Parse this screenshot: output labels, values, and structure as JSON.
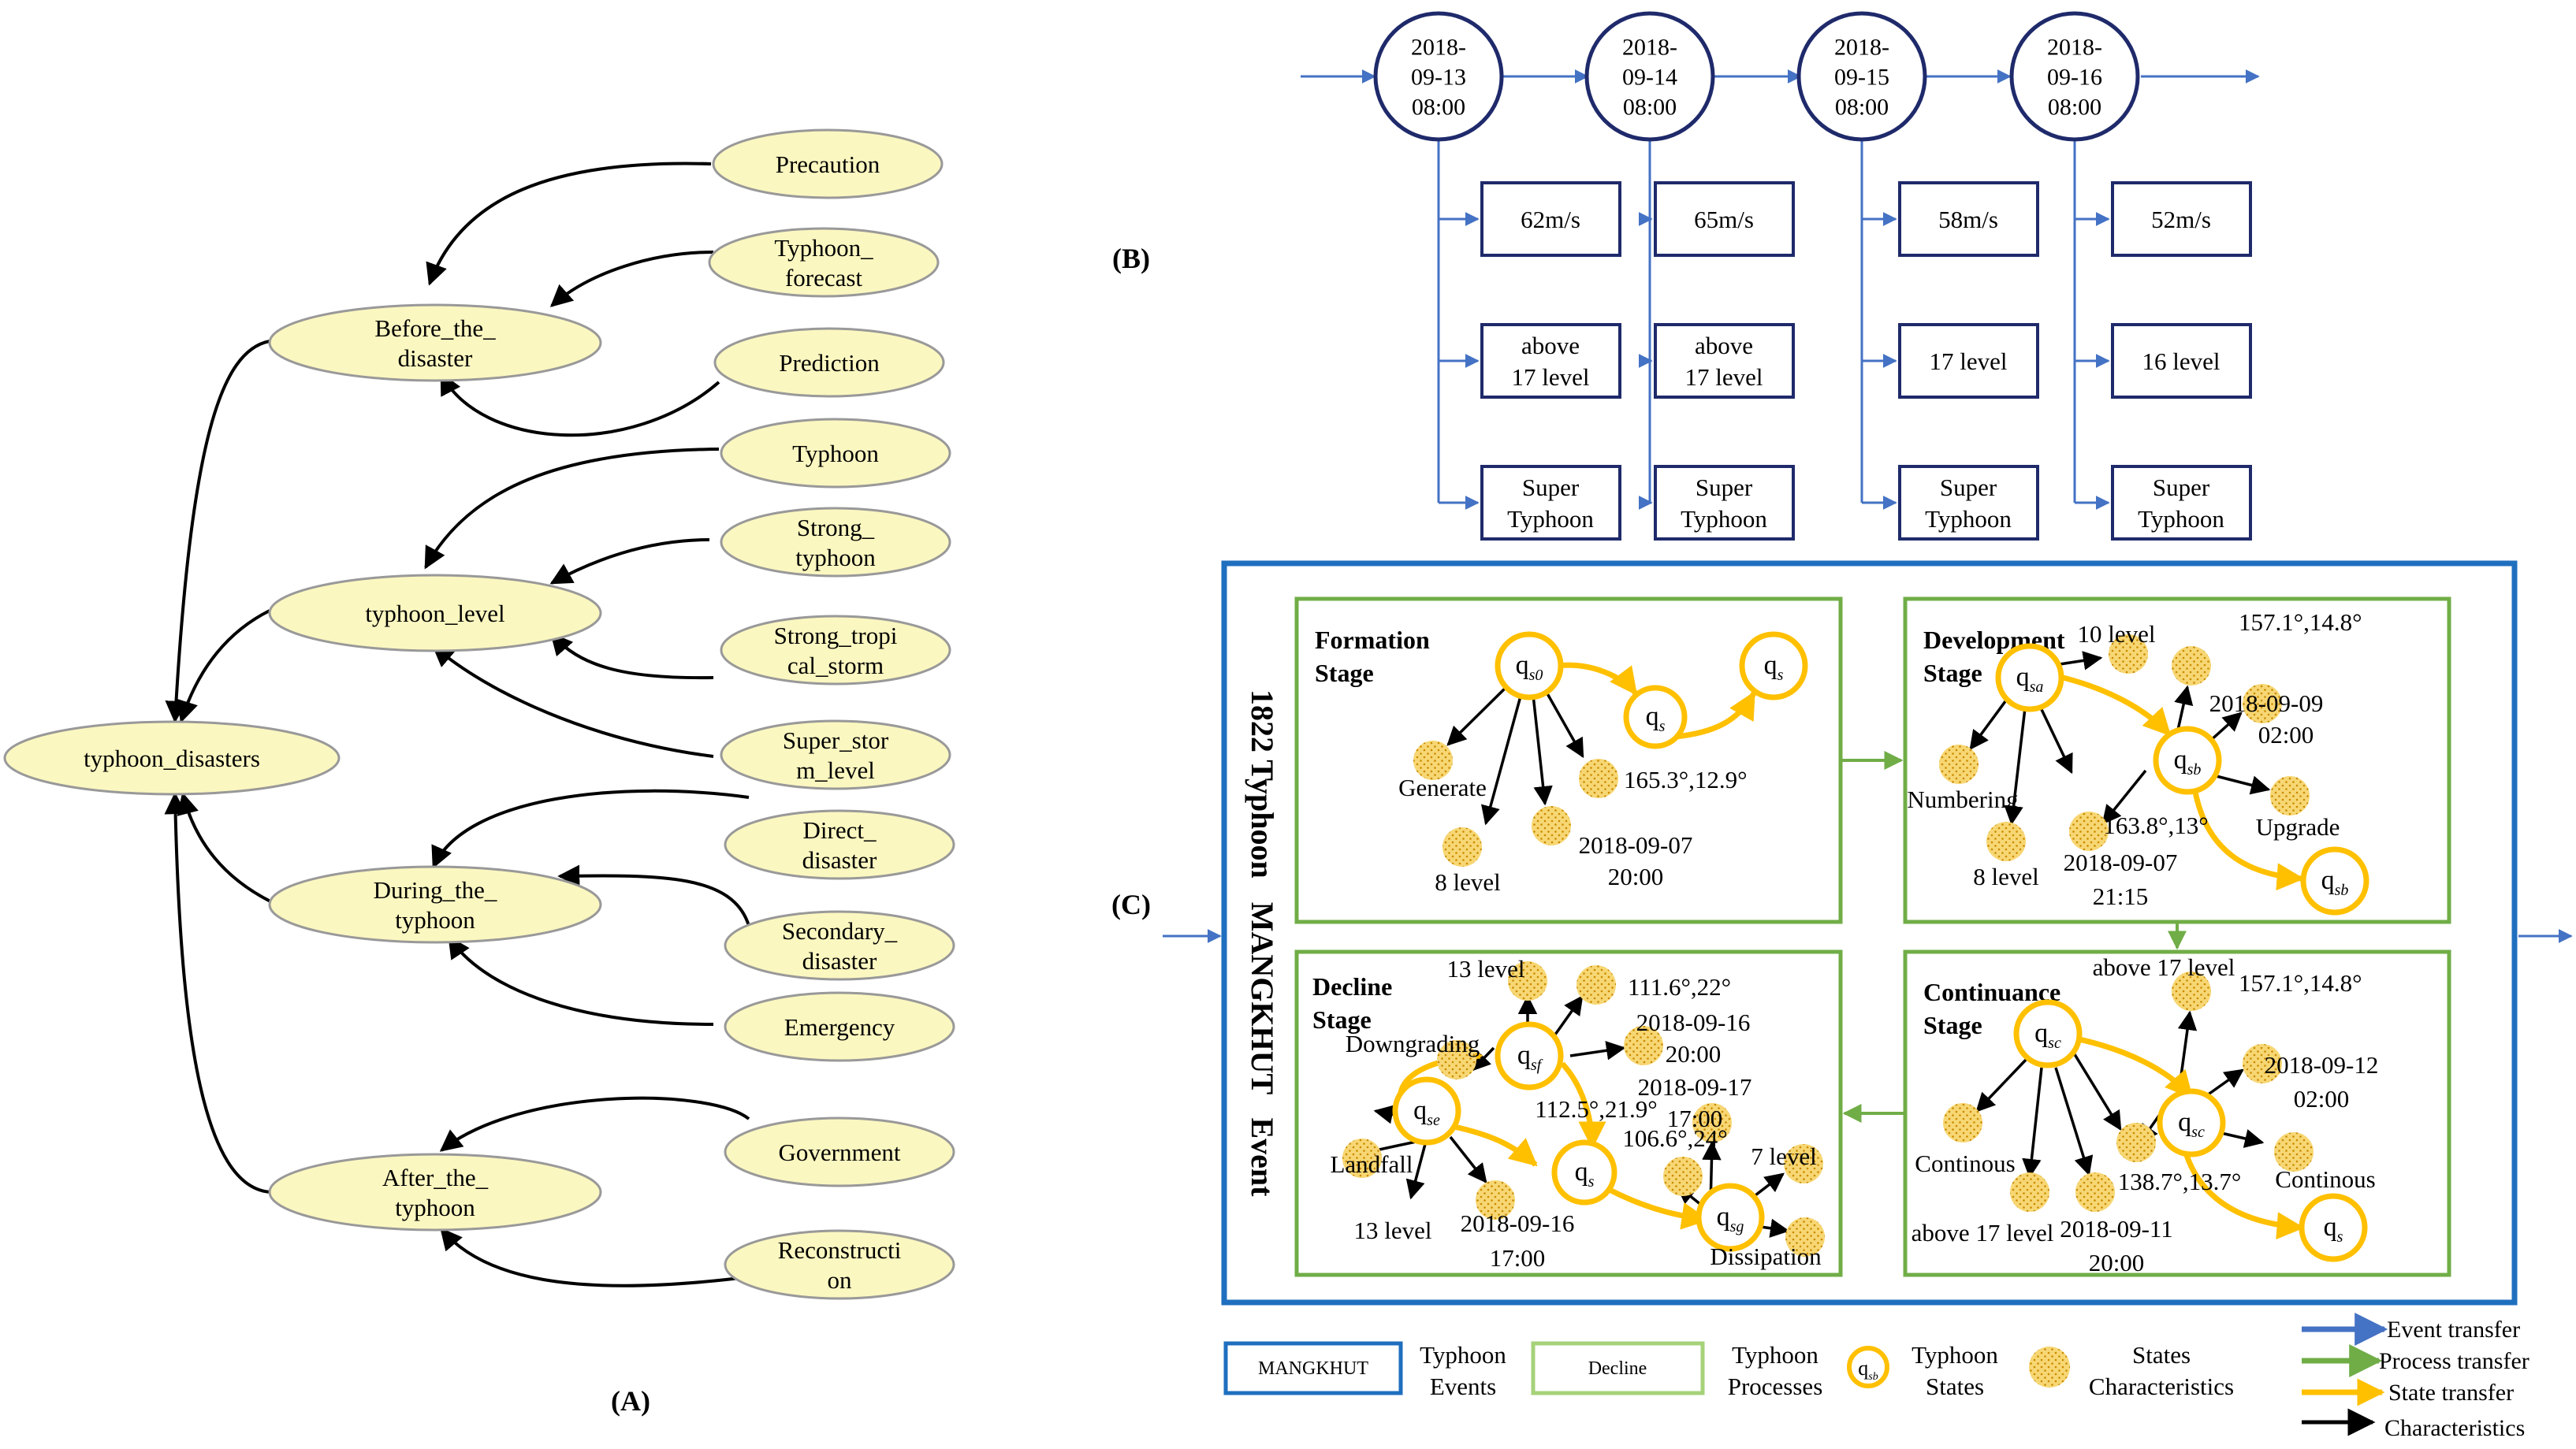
{
  "panel_labels": {
    "a": "(A)",
    "b": "(B)",
    "c": "(C)"
  },
  "panel_a": {
    "root": "typhoon_disasters",
    "groups": [
      {
        "id": "before",
        "lines": [
          "Before_the_",
          "disaster"
        ],
        "children": [
          {
            "id": "precaution",
            "lines": [
              "Precaution"
            ]
          },
          {
            "id": "typhoon-forecast",
            "lines": [
              "Typhoon_",
              "forecast"
            ]
          },
          {
            "id": "prediction",
            "lines": [
              "Prediction"
            ]
          }
        ]
      },
      {
        "id": "level",
        "lines": [
          "typhoon_level"
        ],
        "children": [
          {
            "id": "typhoon",
            "lines": [
              "Typhoon"
            ]
          },
          {
            "id": "strong-typhoon",
            "lines": [
              "Strong_",
              "typhoon"
            ]
          },
          {
            "id": "strong-tropical-storm",
            "lines": [
              "Strong_tropi",
              "cal_storm"
            ]
          },
          {
            "id": "super-storm-level",
            "lines": [
              "Super_stor",
              "m_level"
            ]
          }
        ]
      },
      {
        "id": "during",
        "lines": [
          "During_the_",
          "typhoon"
        ],
        "children": [
          {
            "id": "direct-disaster",
            "lines": [
              "Direct_",
              "disaster"
            ]
          },
          {
            "id": "secondary-disaster",
            "lines": [
              "Secondary_",
              "disaster"
            ]
          },
          {
            "id": "emergency",
            "lines": [
              "Emergency"
            ]
          }
        ]
      },
      {
        "id": "after",
        "lines": [
          "After_the_",
          "typhoon"
        ],
        "children": [
          {
            "id": "government",
            "lines": [
              "Government"
            ]
          },
          {
            "id": "reconstruction",
            "lines": [
              "Reconstructi",
              "on"
            ]
          }
        ]
      }
    ]
  },
  "panel_b": {
    "timeline": [
      {
        "lines": [
          "2018-",
          "09-13",
          "08:00"
        ],
        "wind": [
          "62m/s"
        ],
        "level": [
          "above",
          "17 level"
        ],
        "category": [
          "Super",
          "Typhoon"
        ]
      },
      {
        "lines": [
          "2018-",
          "09-14",
          "08:00"
        ],
        "wind": [
          "65m/s"
        ],
        "level": [
          "above",
          "17 level"
        ],
        "category": [
          "Super",
          "Typhoon"
        ]
      },
      {
        "lines": [
          "2018-",
          "09-15",
          "08:00"
        ],
        "wind": [
          "58m/s"
        ],
        "level": [
          "17 level"
        ],
        "category": [
          "Super",
          "Typhoon"
        ]
      },
      {
        "lines": [
          "2018-",
          "09-16",
          "08:00"
        ],
        "wind": [
          "52m/s"
        ],
        "level": [
          "16 level"
        ],
        "category": [
          "Super",
          "Typhoon"
        ]
      }
    ]
  },
  "panel_c": {
    "event_title": "1822 Typhoon   MANGKHUT   Event",
    "formation": {
      "title": [
        "Formation",
        "Stage"
      ],
      "states": [
        {
          "base": "q",
          "sub": "s0"
        },
        {
          "base": "q",
          "sub": "s"
        },
        {
          "base": "q",
          "sub": "s"
        }
      ],
      "labels": [
        "Generate",
        "8 level",
        "165.3°,12.9°",
        "2018-09-07",
        "20:00"
      ]
    },
    "development": {
      "title": [
        "Development",
        "Stage"
      ],
      "states": [
        {
          "base": "q",
          "sub": "sa"
        },
        {
          "base": "q",
          "sub": "sb"
        },
        {
          "base": "q",
          "sub": "sb"
        }
      ],
      "labels": [
        "10 level",
        "157.1°,14.8°",
        "2018-09-09",
        "02:00",
        "Numbering",
        "163.8°,13°",
        "Upgrade",
        "8 level",
        "2018-09-07",
        "21:15"
      ]
    },
    "decline": {
      "title": [
        "Decline",
        "Stage"
      ],
      "states": [
        {
          "base": "q",
          "sub": "sf"
        },
        {
          "base": "q",
          "sub": "se"
        },
        {
          "base": "q",
          "sub": "s"
        },
        {
          "base": "q",
          "sub": "sg"
        }
      ],
      "labels": [
        "13 level",
        "111.6°,22°",
        "2018-09-16",
        "20:00",
        "Downgrading",
        "112.5°,21.9°",
        "2018-09-17",
        "17:00",
        "106.6°,24°",
        "7 level",
        "Landfall",
        "13 level",
        "2018-09-16",
        "17:00",
        "Dissipation"
      ]
    },
    "continuance": {
      "title": [
        "Continuance",
        "Stage"
      ],
      "states": [
        {
          "base": "q",
          "sub": "sc"
        },
        {
          "base": "q",
          "sub": "sc"
        },
        {
          "base": "q",
          "sub": "s"
        }
      ],
      "labels": [
        "above 17 level",
        "157.1°,14.8°",
        "2018-09-12",
        "02:00",
        "Continous",
        "138.7°,13.7°",
        "Continous",
        "above 17 level",
        "2018-09-11",
        "20:00"
      ]
    }
  },
  "legend": {
    "event_box": "MANGKHUT",
    "event_text": [
      "Typhoon",
      "Events"
    ],
    "process_box": "Decline",
    "process_text": [
      "Typhoon",
      "Processes"
    ],
    "state_symbol": {
      "base": "q",
      "sub": "sb"
    },
    "state_text": [
      "Typhoon",
      "States"
    ],
    "char_text": [
      "States",
      "Characteristics"
    ],
    "arrows": [
      "Event transfer",
      "Process transfer",
      "State transfer",
      "Characteristics"
    ]
  },
  "colors": {
    "ellipse_fill": "#fbf7c0",
    "blue": "#4472c4",
    "event_box": "#1f6fbf",
    "navy": "#1f2a6b",
    "green": "#70ad47",
    "orange": "#ffc000",
    "char_fill": "#f7d774"
  }
}
